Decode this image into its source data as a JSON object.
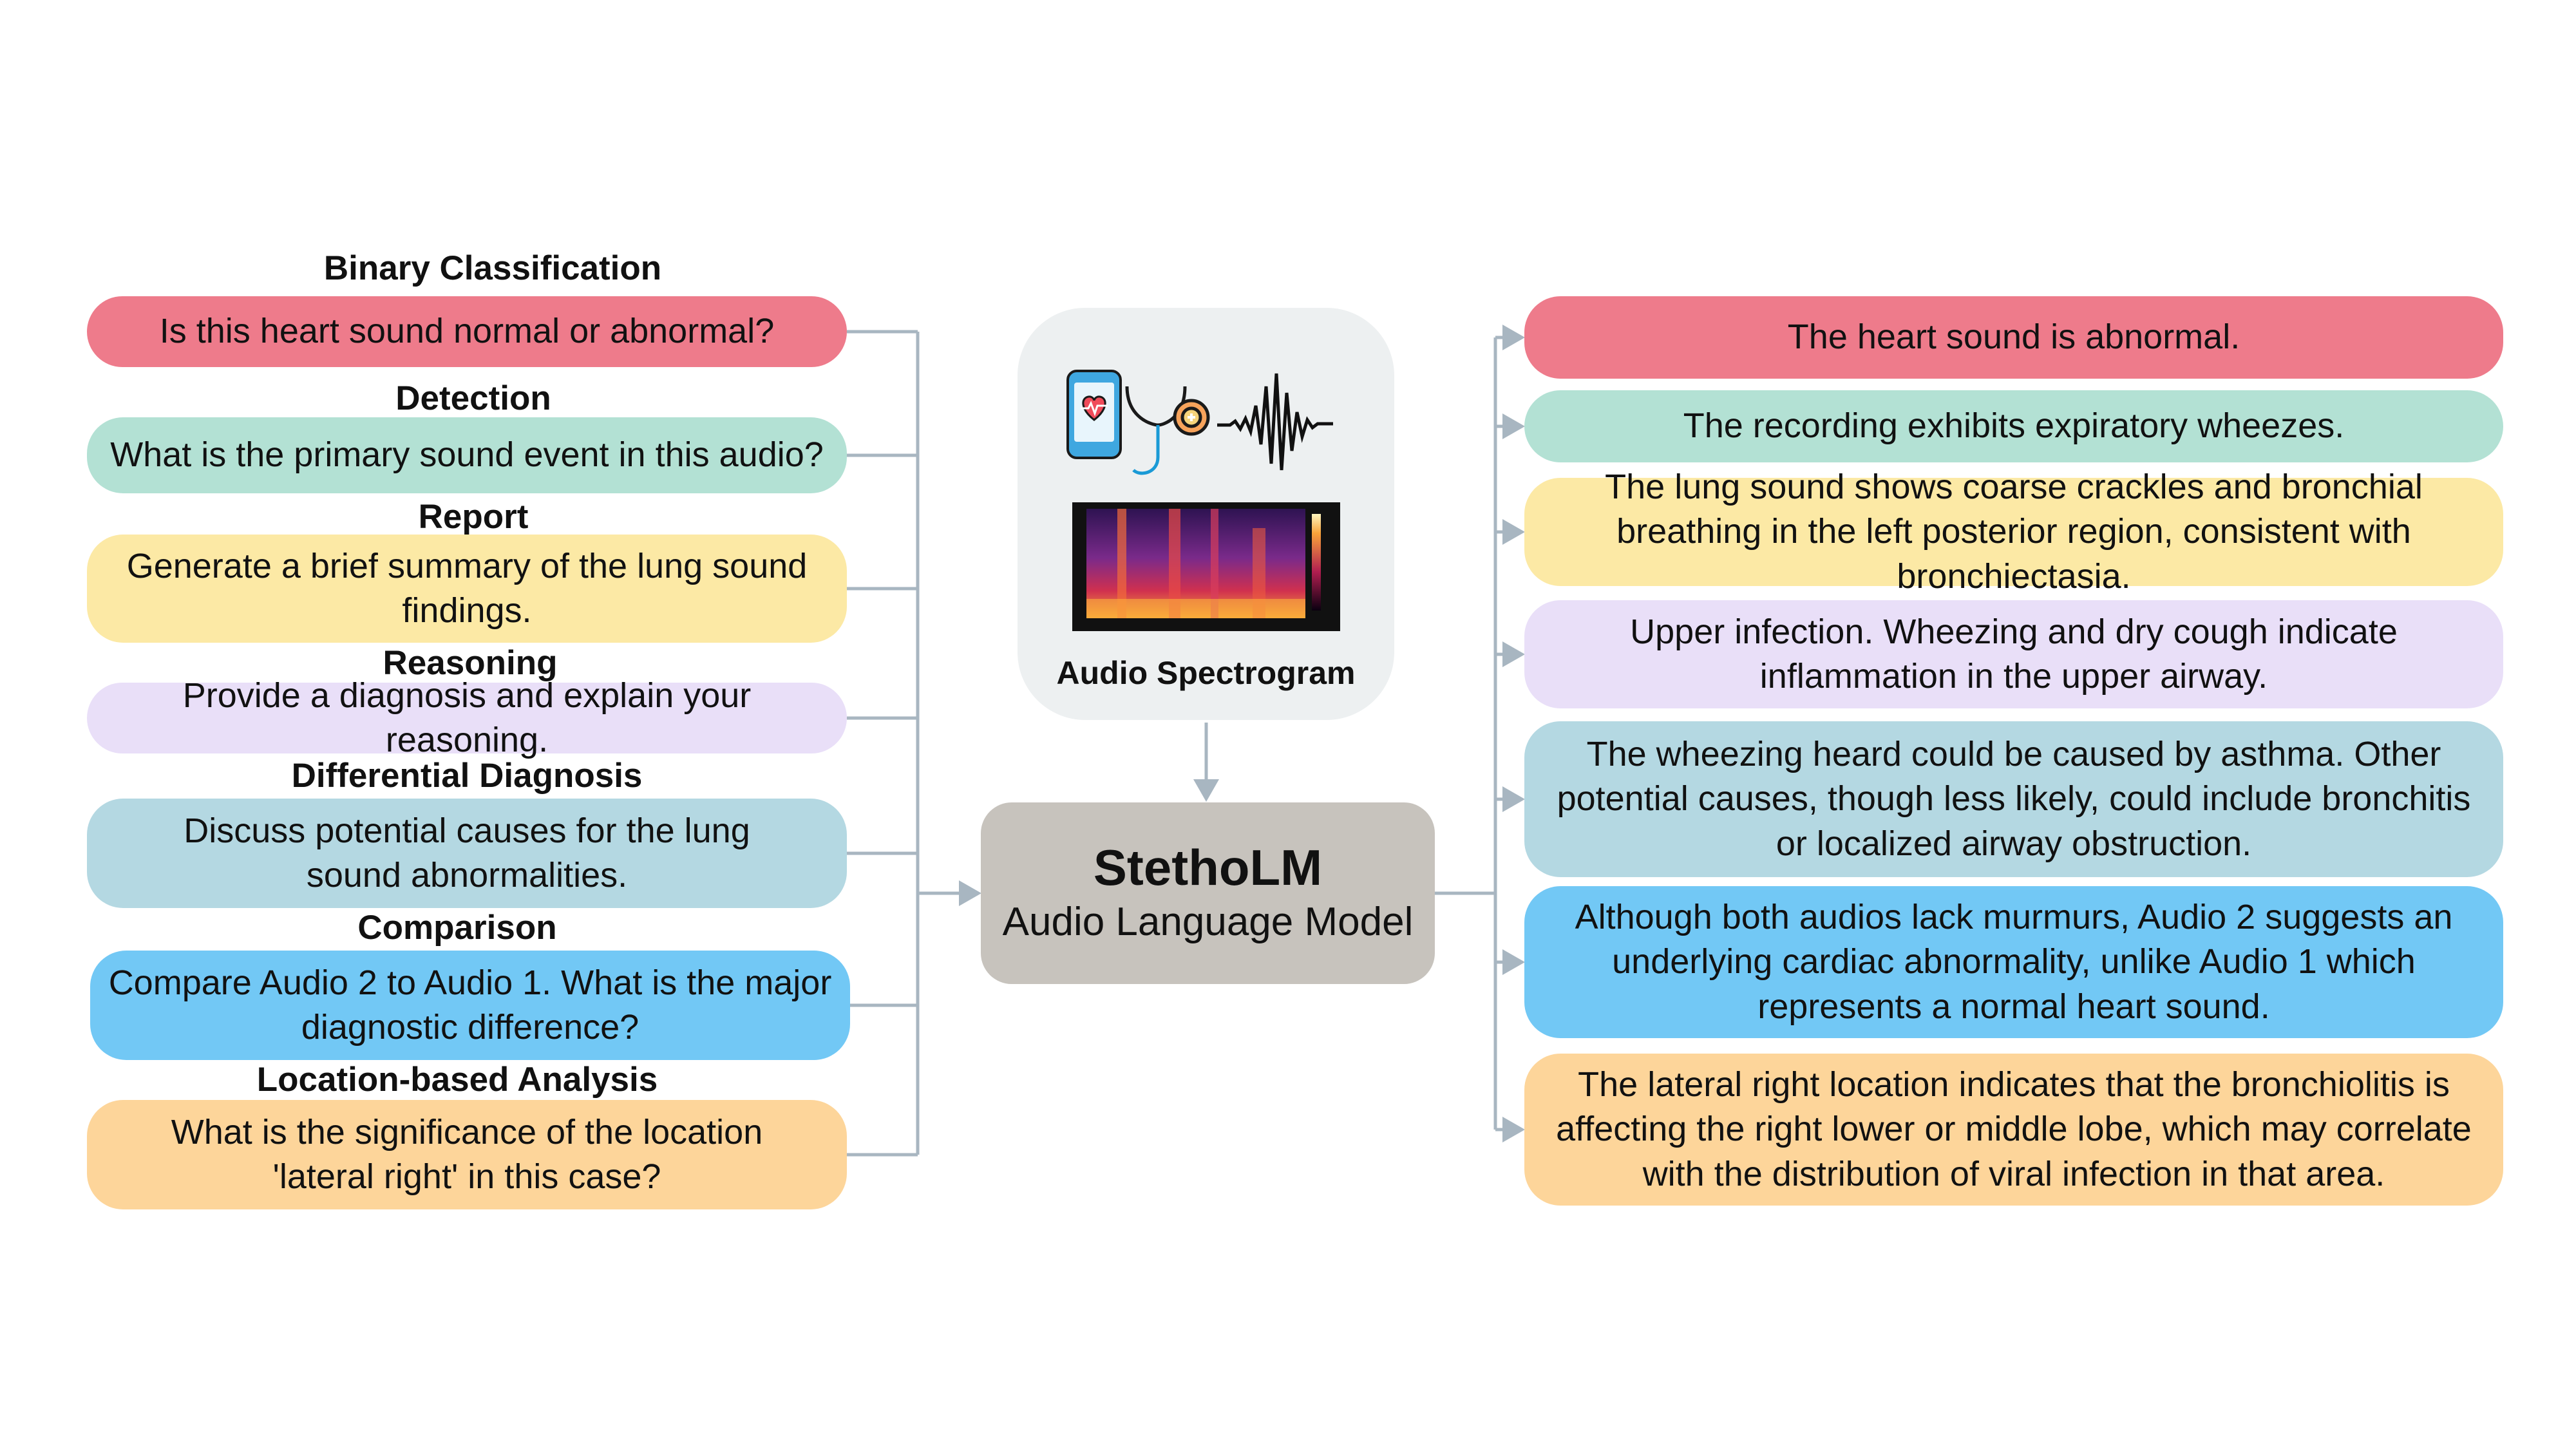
{
  "colors": {
    "red": "#ee7b8b",
    "teal": "#b3e1d4",
    "yellow": "#fce9a5",
    "lavender": "#e9dff8",
    "steel": "#b4d8e2",
    "blue": "#72c8f5",
    "orange": "#fdd59a",
    "model": "#c7c3bd",
    "spectrogram_panel": "#edf0f1",
    "connector": "#a8b6c1"
  },
  "center": {
    "model_name": "StethoLM",
    "model_subtitle": "Audio Language Model",
    "spectrogram_label": "Audio Spectrogram",
    "icons": [
      "mobile-heart-icon",
      "stethoscope-icon",
      "sound-wave-icon",
      "spectrogram-image"
    ]
  },
  "tasks": [
    {
      "title": "Binary Classification",
      "question": "Is this heart sound normal or abnormal?",
      "answer": "The heart sound is abnormal.",
      "color": "red"
    },
    {
      "title": "Detection",
      "question": "What is the primary sound event in this audio?",
      "answer": "The recording exhibits expiratory wheezes.",
      "color": "teal"
    },
    {
      "title": "Report",
      "question": "Generate a brief summary of the lung sound findings.",
      "answer": "The lung sound shows coarse crackles and bronchial breathing in the left posterior region, consistent with bronchiectasia.",
      "color": "yellow"
    },
    {
      "title": "Reasoning",
      "question": "Provide a diagnosis and explain your reasoning.",
      "answer": "Upper infection. Wheezing and dry cough indicate inflammation in the upper airway.",
      "color": "lavender"
    },
    {
      "title": "Differential Diagnosis",
      "question": "Discuss potential causes for the lung sound abnormalities.",
      "answer": "The wheezing heard could be caused by asthma. Other potential causes, though less likely, could include bronchitis or localized airway obstruction.",
      "color": "steel"
    },
    {
      "title": "Comparison",
      "question": "Compare Audio 2 to Audio 1. What is the major diagnostic difference?",
      "answer": "Although both audios lack murmurs, Audio 2 suggests an underlying cardiac abnormality, unlike Audio 1 which represents a normal heart sound.",
      "color": "blue"
    },
    {
      "title": "Location-based Analysis",
      "question": "What is the significance of the location 'lateral right' in this case?",
      "answer": "The lateral right location indicates that the bronchiolitis is affecting the right lower or middle lobe, which may correlate with the distribution of viral infection in that area.",
      "color": "orange"
    }
  ]
}
